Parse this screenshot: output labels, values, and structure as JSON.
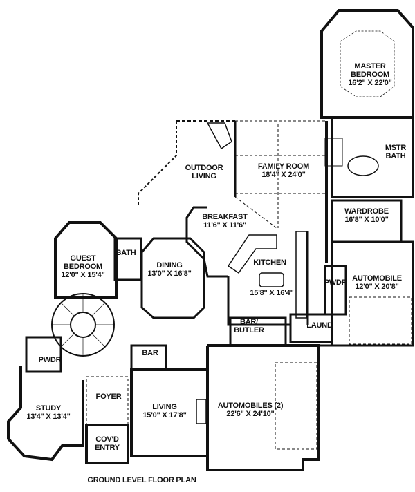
{
  "plan_title": "GROUND LEVEL FLOOR PLAN",
  "rooms": {
    "master_bedroom": {
      "name": "MASTER BEDROOM",
      "name_line1": "MASTER",
      "name_line2": "BEDROOM",
      "size": "16'2\" X 22'0\""
    },
    "mstr_bath": {
      "name_line1": "MSTR",
      "name_line2": "BATH"
    },
    "family_room": {
      "name": "FAMILY ROOM",
      "size": "18'4\" X 24'0\""
    },
    "outdoor_living": {
      "name_line1": "OUTDOOR",
      "name_line2": "LIVING"
    },
    "wardrobe": {
      "name": "WARDROBE",
      "size": "16'8\" X 10'0\""
    },
    "breakfast": {
      "name": "BREAKFAST",
      "size": "11'6\" X 11'6\""
    },
    "kitchen": {
      "name": "KITCHEN",
      "size": "15'8\" X 16'4\""
    },
    "automobile": {
      "name": "AUTOMOBILE",
      "size": "12'0\" X 20'8\""
    },
    "pwdr_right": {
      "name": "PWDR"
    },
    "laund": {
      "name": "LAUND"
    },
    "bar_butler": {
      "name_line1": "BAR/",
      "name_line2": "BUTLER"
    },
    "guest_bedroom": {
      "name_line1": "GUEST",
      "name_line2": "BEDROOM",
      "size": "12'0\" X 15'4\""
    },
    "bath": {
      "name": "BATH"
    },
    "dining": {
      "name": "DINING",
      "size": "13'0\" X 16'8\""
    },
    "pwdr_left": {
      "name": "PWDR"
    },
    "bar": {
      "name": "BAR"
    },
    "foyer": {
      "name": "FOYER"
    },
    "study": {
      "name": "STUDY",
      "size": "13'4\" X 13'4\""
    },
    "living": {
      "name": "LIVING",
      "size": "15'0\" X 17'8\""
    },
    "automobiles_2": {
      "name": "AUTOMOBILES (2)",
      "size": "22'6\" X 24'10\""
    },
    "covd_entry": {
      "name_line1": "COV'D",
      "name_line2": "ENTRY"
    }
  },
  "colors": {
    "wall": "#111111",
    "background": "#ffffff"
  }
}
